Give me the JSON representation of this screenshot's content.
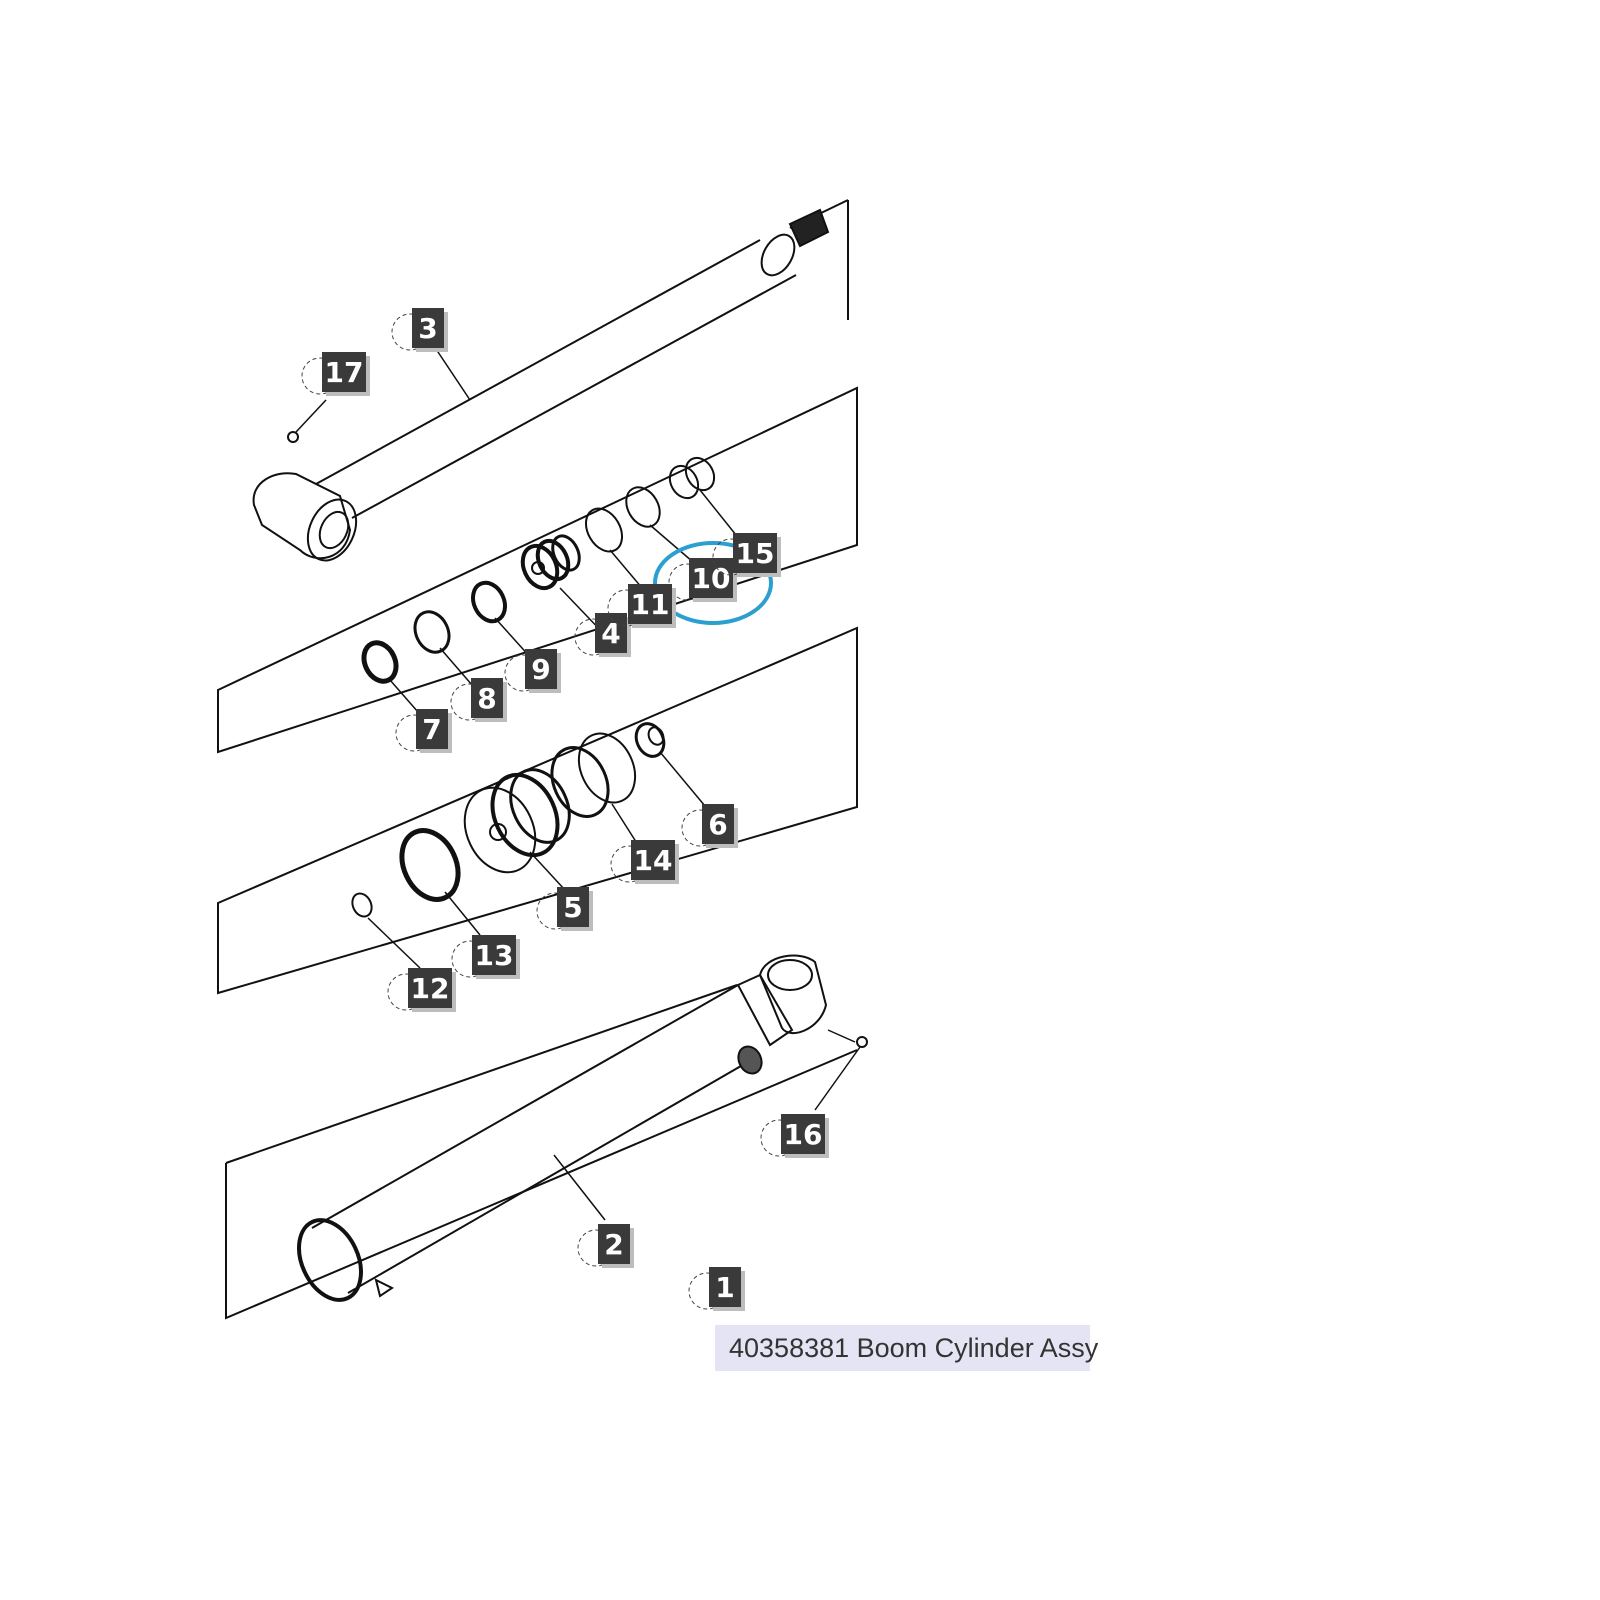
{
  "diagram": {
    "callouts": [
      "1",
      "2",
      "3",
      "4",
      "5",
      "6",
      "7",
      "8",
      "9",
      "10",
      "11",
      "12",
      "13",
      "14",
      "15",
      "16",
      "17"
    ],
    "caption": "40358381 Boom Cylinder Assy",
    "highlight_color": "#2a9fd0",
    "callout_fill": "#3a3a3a"
  }
}
